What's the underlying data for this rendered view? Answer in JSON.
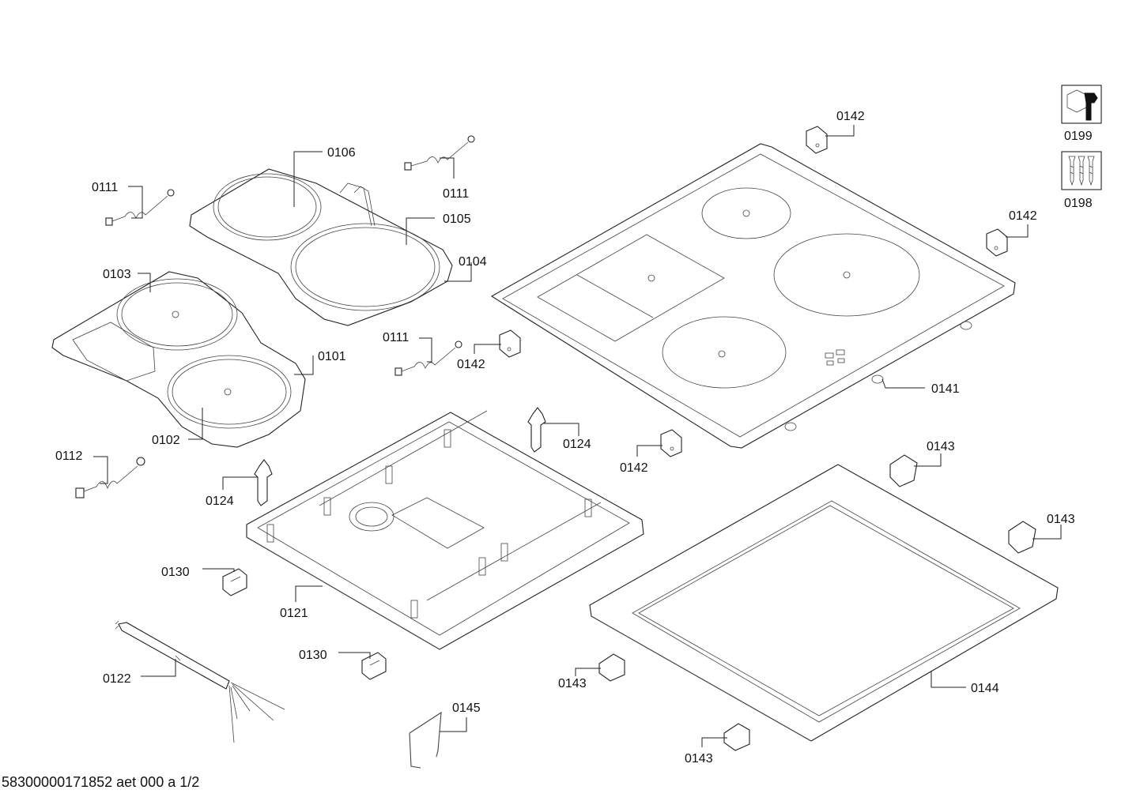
{
  "labels": {
    "p0106": "0106",
    "p0111a": "0111",
    "p0111b": "0111",
    "p0111c": "0111",
    "p0105": "0105",
    "p0104": "0104",
    "p0103": "0103",
    "p0101": "0101",
    "p0102": "0102",
    "p0112": "0112",
    "p0142a": "0142",
    "p0142b": "0142",
    "p0142c": "0142",
    "p0142d": "0142",
    "p0141": "0141",
    "p0124a": "0124",
    "p0124b": "0124",
    "p0143a": "0143",
    "p0143b": "0143",
    "p0143c": "0143",
    "p0143d": "0143",
    "p0130a": "0130",
    "p0130b": "0130",
    "p0121": "0121",
    "p0122": "0122",
    "p0145": "0145",
    "p0144": "0144",
    "p0199": "0199",
    "p0198": "0198"
  },
  "footer": "58300000171852 aet 000 a 1/2"
}
